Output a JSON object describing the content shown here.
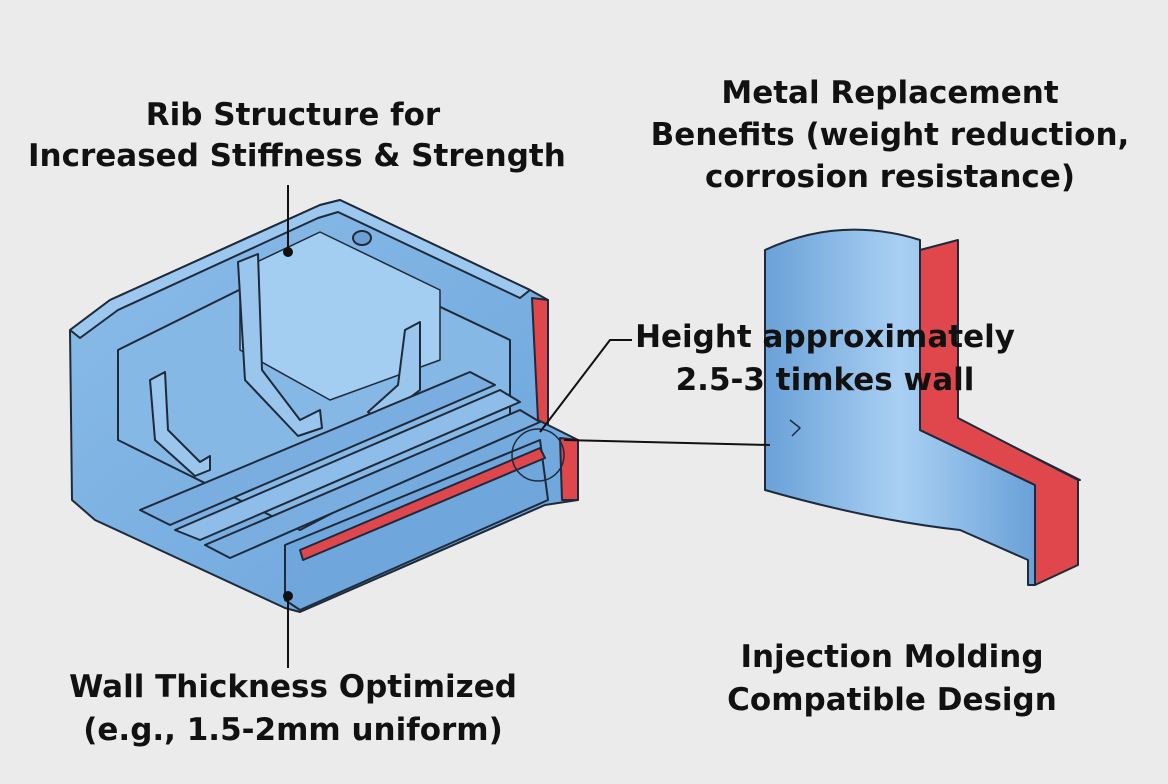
{
  "colors": {
    "background": "#ebebeb",
    "part_blue": "#7fb2e3",
    "part_blue_dark": "#5e96cf",
    "section_red": "#e0474c",
    "outline": "#1e2a3a"
  },
  "labels": {
    "rib_structure": [
      "Rib Structure for",
      "Increased Stiffness & Strength"
    ],
    "metal_replacement": [
      "Metal Replacement",
      "Benefits (weight reduction,",
      "corrosion resistance)"
    ],
    "height": [
      "Height approximately",
      "2.5-3 timkes wall"
    ],
    "wall_thickness": [
      "Wall Thickness Optimized",
      "(e.g., 1.5-2mm uniform)"
    ],
    "injection_molding": [
      "Injection Molding",
      "Compatible Design"
    ]
  }
}
